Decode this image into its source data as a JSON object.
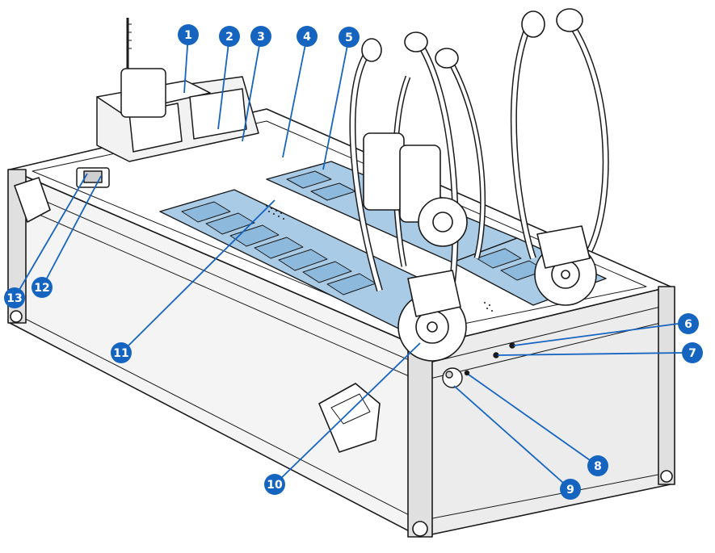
{
  "figure": {
    "accent_color": "#1565c0",
    "tray_fill": "#a9cbe6",
    "outline_color": "#1a1a1a",
    "case_fill": "#ffffff"
  },
  "callouts": [
    {
      "id": "1",
      "label": "1"
    },
    {
      "id": "2",
      "label": "2"
    },
    {
      "id": "3",
      "label": "3"
    },
    {
      "id": "4",
      "label": "4"
    },
    {
      "id": "5",
      "label": "5"
    },
    {
      "id": "6",
      "label": "6"
    },
    {
      "id": "7",
      "label": "7"
    },
    {
      "id": "8",
      "label": "8"
    },
    {
      "id": "9",
      "label": "9"
    },
    {
      "id": "10",
      "label": "10"
    },
    {
      "id": "11",
      "label": "11"
    },
    {
      "id": "12",
      "label": "12"
    },
    {
      "id": "13",
      "label": "13"
    }
  ]
}
